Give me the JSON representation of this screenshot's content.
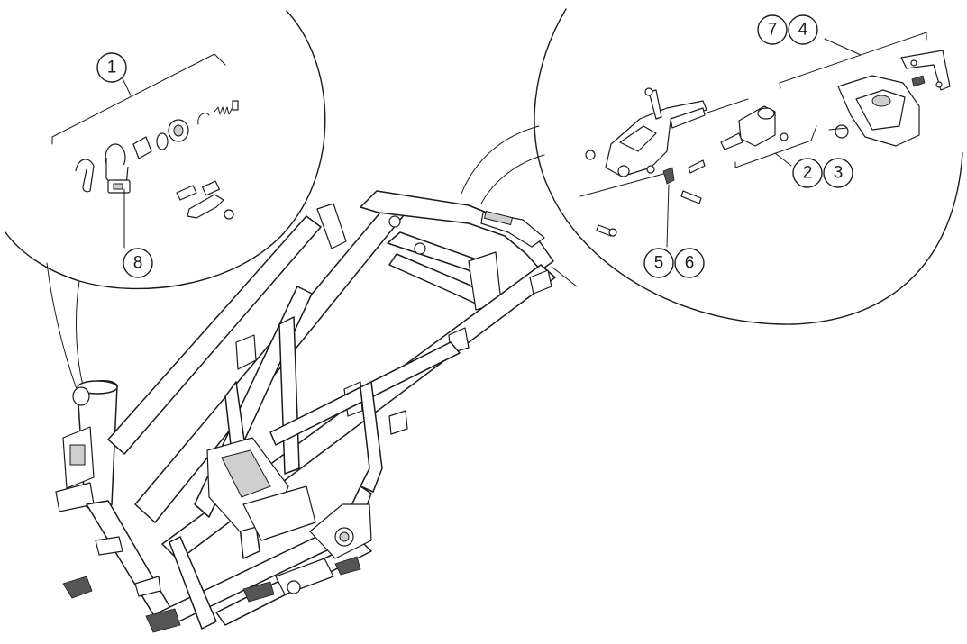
{
  "diagram": {
    "callouts": [
      {
        "id": "c1",
        "label": "1"
      },
      {
        "id": "c8",
        "label": "8"
      },
      {
        "id": "c7",
        "label": "7"
      },
      {
        "id": "c4",
        "label": "4"
      },
      {
        "id": "c2",
        "label": "2"
      },
      {
        "id": "c3",
        "label": "3"
      },
      {
        "id": "c5",
        "label": "5"
      },
      {
        "id": "c6",
        "label": "6"
      }
    ]
  }
}
